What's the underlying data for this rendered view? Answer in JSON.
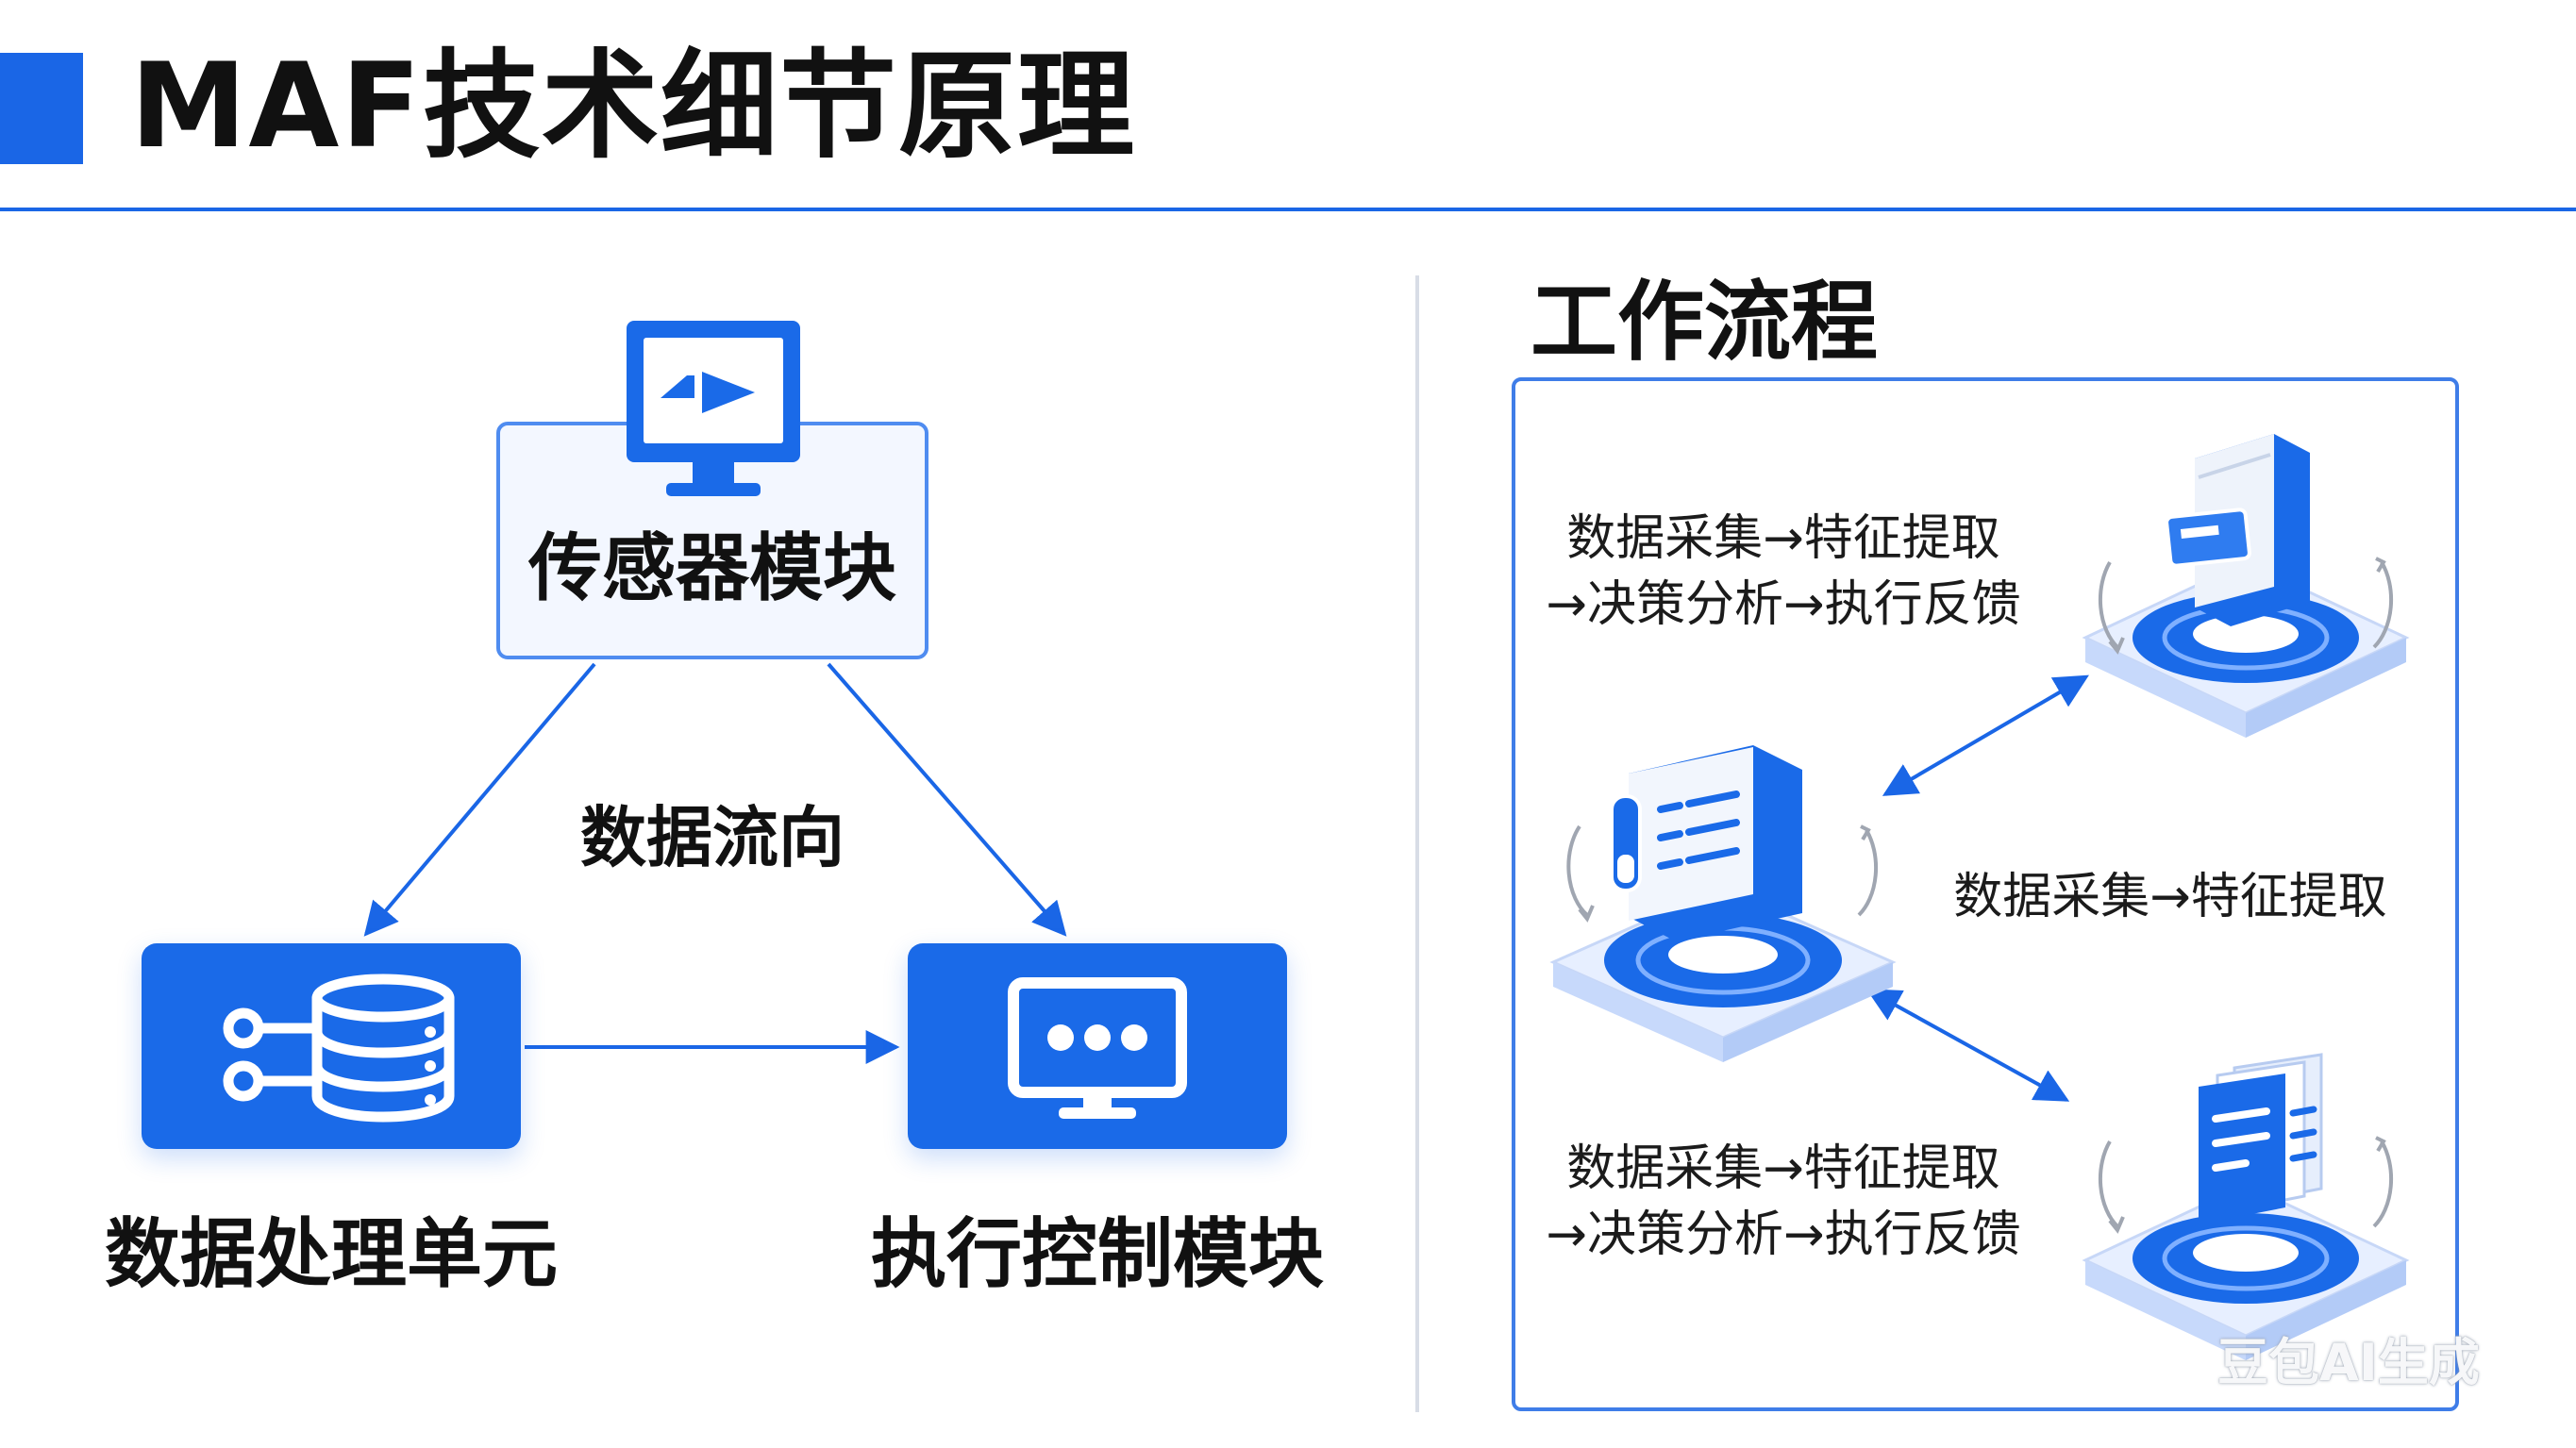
{
  "header": {
    "title": "MAF技术细节原理"
  },
  "left_diagram": {
    "sensor_label": "传感器模块",
    "flow_label": "数据流向",
    "data_unit_label": "数据处理单元",
    "exec_label": "执行控制模块"
  },
  "workflow": {
    "title": "工作流程",
    "step1": {
      "line1": "数据采集→特征提取",
      "line2": "→决策分析→执行反馈"
    },
    "step2": {
      "line1": "数据采集→特征提取"
    },
    "step3": {
      "line1": "数据采集→特征提取",
      "line2": "→决策分析→执行反馈"
    }
  },
  "watermark": "豆包AI生成",
  "colors": {
    "accent": "#1a66e6",
    "box_fill": "#1a6ae8",
    "divider": "#d8dde6"
  },
  "icons": [
    "monitor-play-icon",
    "database-icon",
    "monitor-dots-icon",
    "server-platform-icon",
    "cycle-arrow-icon"
  ]
}
